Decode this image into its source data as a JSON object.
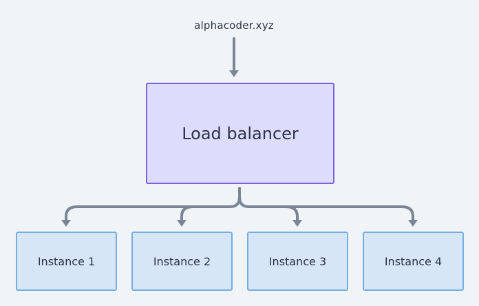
{
  "colors": {
    "background": "#f1f4f7",
    "connector": "#7a8696",
    "load_balancer_fill": "#dedcfd",
    "load_balancer_border": "#7b63dd",
    "instance_fill": "#d6e6f7",
    "instance_border": "#74aee2",
    "text": "#2a3444"
  },
  "domain": "alphacoder.xyz",
  "load_balancer": {
    "label": "Load balancer"
  },
  "instances": [
    {
      "label": "Instance 1"
    },
    {
      "label": "Instance 2"
    },
    {
      "label": "Instance 3"
    },
    {
      "label": "Instance 4"
    }
  ]
}
